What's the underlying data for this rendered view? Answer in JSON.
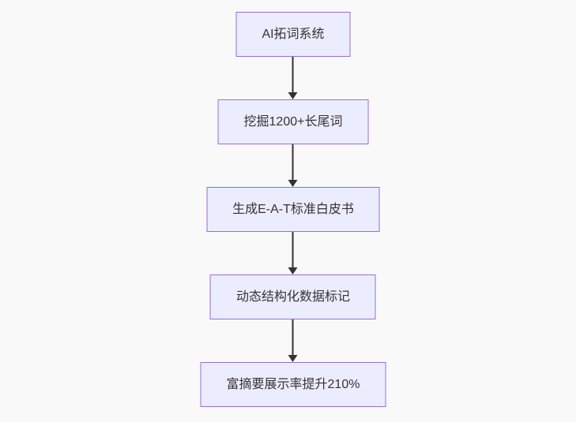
{
  "diagram": {
    "type": "flowchart-top-down",
    "nodes": [
      {
        "id": "A",
        "label": "AI拓词系统"
      },
      {
        "id": "B",
        "label": "挖掘1200+长尾词"
      },
      {
        "id": "C",
        "label": "生成E-A-T标准白皮书"
      },
      {
        "id": "D",
        "label": "动态结构化数据标记"
      },
      {
        "id": "E",
        "label": "富摘要展示率提升210%"
      }
    ],
    "edges": [
      {
        "from": "A",
        "to": "B"
      },
      {
        "from": "B",
        "to": "C"
      },
      {
        "from": "C",
        "to": "D"
      },
      {
        "from": "D",
        "to": "E"
      }
    ],
    "colors": {
      "node_fill": "#ECECFF",
      "node_border": "#9370DB",
      "arrow": "#333333",
      "text": "#333333",
      "background": "#f9f9f9"
    }
  }
}
